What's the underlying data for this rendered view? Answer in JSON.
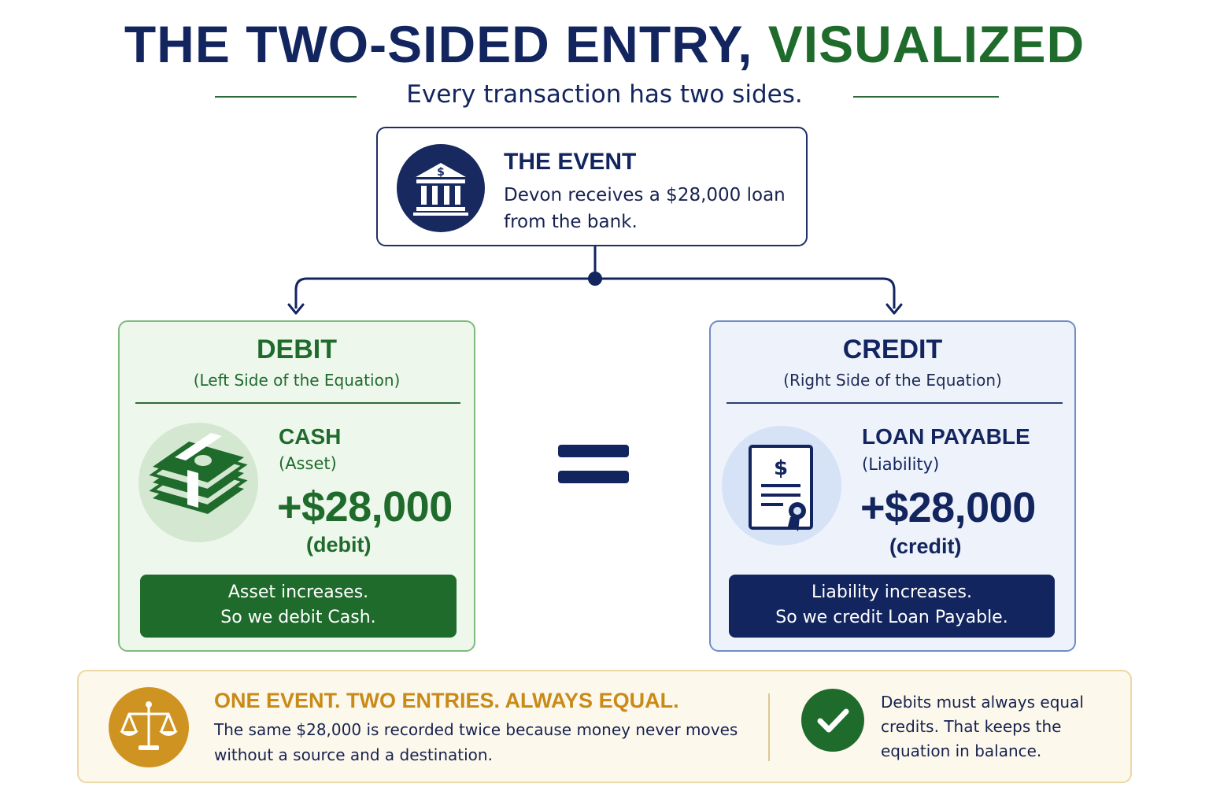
{
  "header": {
    "title_main": "THE TWO-SIDED ENTRY, ",
    "title_accent": "VISUALIZED",
    "subtitle": "Every transaction has two sides."
  },
  "event": {
    "heading": "THE EVENT",
    "description": "Devon receives a $28,000 loan from the bank.",
    "icon": "bank-icon"
  },
  "debit": {
    "title": "DEBIT",
    "subtitle": "(Left Side of the Equation)",
    "account": "CASH",
    "account_type": "(Asset)",
    "amount": "+$28,000",
    "amount_note": "(debit)",
    "note_line1": "Asset increases.",
    "note_line2": "So we debit Cash.",
    "icon": "cash-stack-icon"
  },
  "equals": {
    "icon": "equals-sign-icon"
  },
  "credit": {
    "title": "CREDIT",
    "subtitle": "(Right Side of the Equation)",
    "account": "LOAN PAYABLE",
    "account_type": "(Liability)",
    "amount": "+$28,000",
    "amount_note": "(credit)",
    "note_line1": "Liability increases.",
    "note_line2": "So we credit Loan Payable.",
    "icon": "loan-document-icon"
  },
  "summary": {
    "heading": "ONE EVENT. TWO ENTRIES. ALWAYS EQUAL.",
    "body": "The same $28,000 is recorded twice because money never moves without a source and a destination.",
    "right_text": "Debits must always equal credits. That keeps the equation in balance.",
    "left_icon": "balance-scale-icon",
    "right_icon": "checkmark-icon"
  },
  "colors": {
    "navy": "#13255f",
    "green": "#1f6b2c",
    "gold": "#cf9322",
    "debit_bg": "#eef7ec",
    "credit_bg": "#eef3fb",
    "summary_bg": "#fdf8ec"
  }
}
